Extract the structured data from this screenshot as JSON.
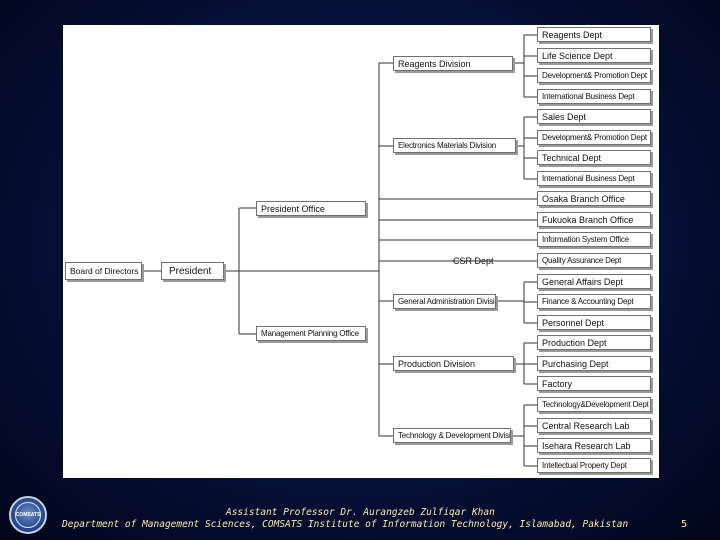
{
  "org_chart": {
    "board": "Board of Directors",
    "president": "President",
    "president_office": "President Office",
    "management_planning_office": "Management Planning Office",
    "csr_dept": "CSR Dept",
    "divisions": {
      "reagents": "Reagents Division",
      "electronics": "Electronics Materials Division",
      "general_admin": "General Administration Division",
      "production": "Production Division",
      "technology": "Technology & Development Division"
    },
    "departments": {
      "reagents_dept": "Reagents Dept",
      "life_science_dept": "Life Science Dept",
      "dev_promo_dept_1": "Development& Promotion Dept",
      "intl_business_dept_1": "International Business Dept",
      "sales_dept": "Sales Dept",
      "dev_promo_dept_2": "Development& Promotion Dept",
      "technical_dept": "Technical Dept",
      "intl_business_dept_2": "International Business Dept",
      "osaka_branch": "Osaka Branch Office",
      "fukuoka_branch": "Fukuoka Branch Office",
      "info_system_office": "Information System Office",
      "quality_assurance_dept": "Quality Assurance Dept",
      "general_affairs_dept": "General Affairs Dept",
      "finance_accounting_dept": "Finance & Accounting Dept",
      "personnel_dept": "Personnel Dept",
      "production_dept": "Production Dept",
      "purchasing_dept": "Purchasing Dept",
      "factory": "Factory",
      "tech_dev_dept": "Technology&Development Dept",
      "central_research_lab": "Central Research Lab",
      "isehara_research_lab": "Isehara Research Lab",
      "ip_dept": "Intellectual Property Dept"
    }
  },
  "logo": {
    "text": "COMSATS"
  },
  "footer": {
    "line1": "Assistant Professor Dr. Aurangzeb Zulfiqar Khan",
    "line2": "Department of Management Sciences, COMSATS Institute of Information Technology, Islamabad, Pakistan",
    "page_number": "5"
  }
}
